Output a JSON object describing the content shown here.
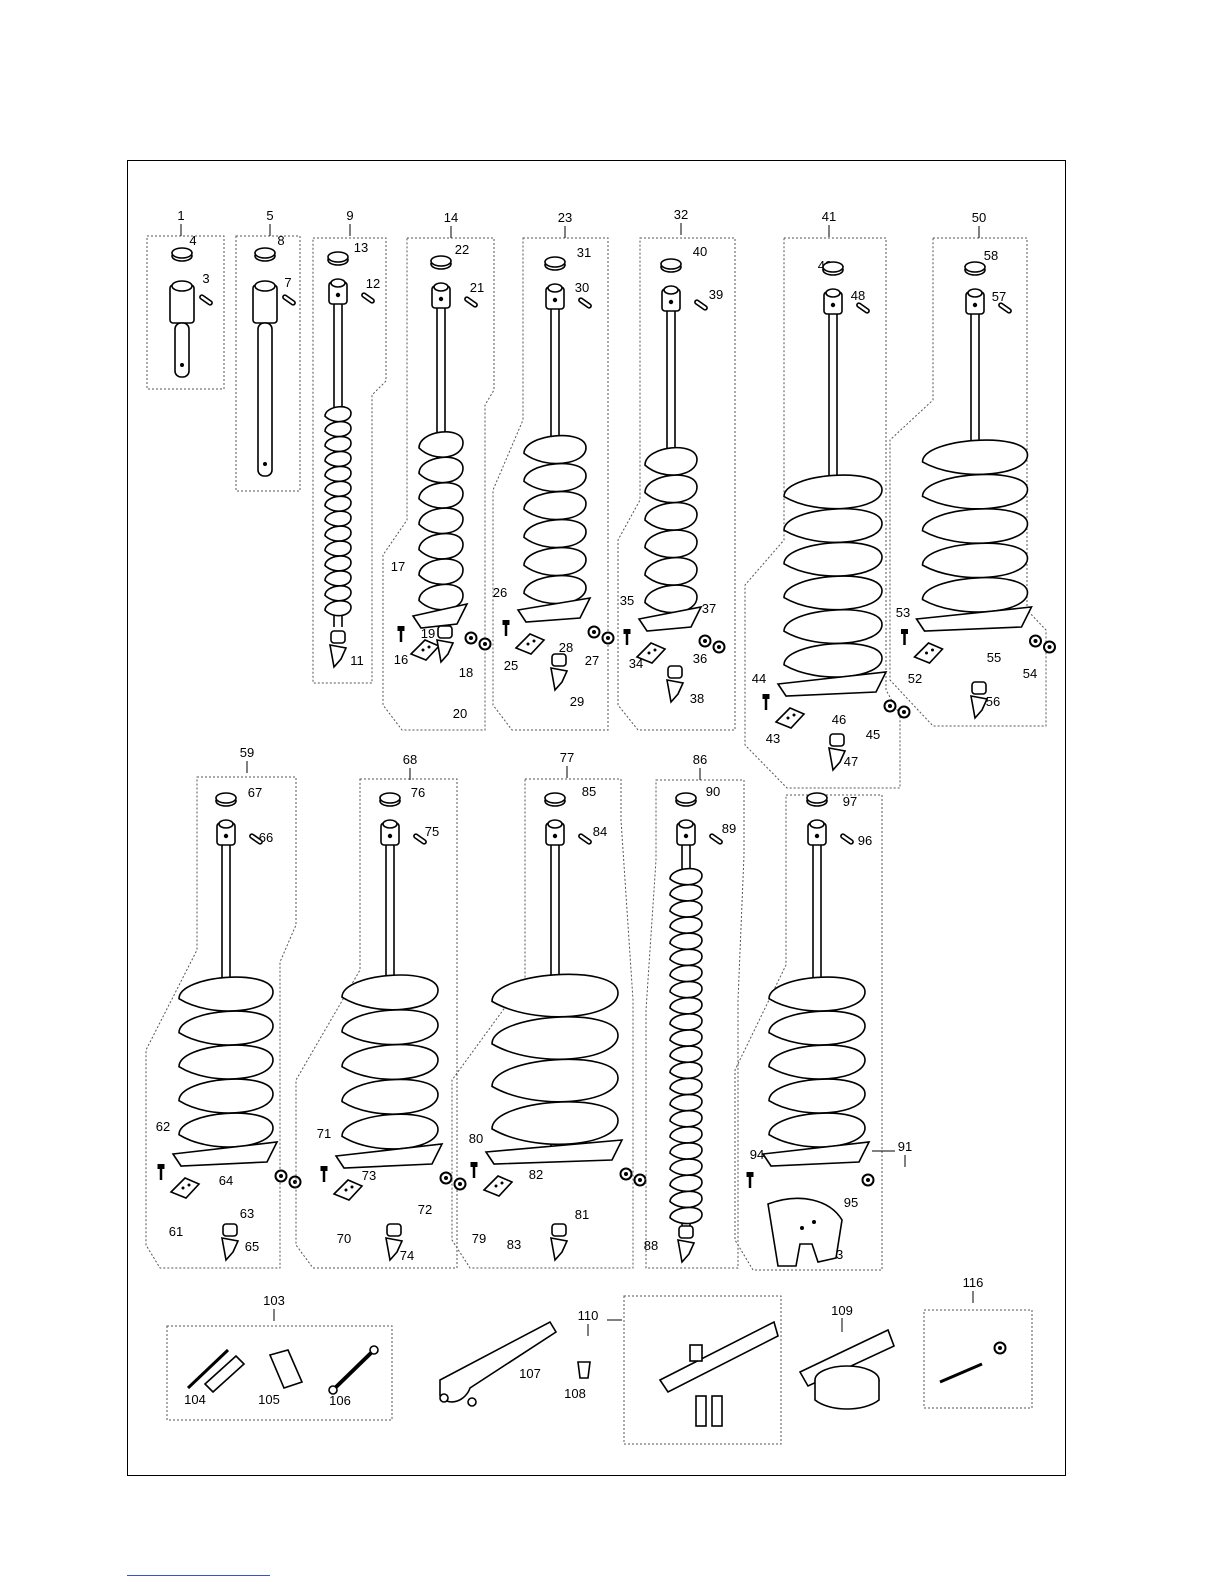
{
  "diagram": {
    "colors": {
      "ink": "#000000",
      "group_border": "#555555",
      "footer_rule": "#3355cc"
    },
    "groups": [
      {
        "id": "1",
        "parts": [
          "4",
          "3"
        ],
        "icon": "drive-shaft-short"
      },
      {
        "id": "5",
        "parts": [
          "8",
          "7"
        ],
        "icon": "drive-shaft-extension"
      },
      {
        "id": "9",
        "parts": [
          "13",
          "12",
          "11"
        ],
        "icon": "auger-narrow"
      },
      {
        "id": "14",
        "parts": [
          "22",
          "21",
          "17",
          "16",
          "19",
          "18",
          "20"
        ],
        "icon": "auger"
      },
      {
        "id": "23",
        "parts": [
          "31",
          "30",
          "26",
          "25",
          "28",
          "27",
          "29"
        ],
        "icon": "auger"
      },
      {
        "id": "32",
        "parts": [
          "40",
          "39",
          "35",
          "34",
          "37",
          "36",
          "38"
        ],
        "icon": "auger"
      },
      {
        "id": "41",
        "parts": [
          "49",
          "48",
          "44",
          "43",
          "46",
          "45",
          "47"
        ],
        "icon": "auger-wide"
      },
      {
        "id": "50",
        "parts": [
          "58",
          "57",
          "53",
          "52",
          "55",
          "54",
          "56"
        ],
        "icon": "auger-wide"
      },
      {
        "id": "59",
        "parts": [
          "67",
          "66",
          "62",
          "61",
          "64",
          "63",
          "65"
        ],
        "icon": "auger-wide"
      },
      {
        "id": "68",
        "parts": [
          "76",
          "75",
          "71",
          "70",
          "73",
          "72",
          "74"
        ],
        "icon": "auger-wide"
      },
      {
        "id": "77",
        "parts": [
          "85",
          "84",
          "80",
          "79",
          "82",
          "81",
          "83"
        ],
        "icon": "auger-wide"
      },
      {
        "id": "86",
        "parts": [
          "90",
          "89",
          "88"
        ],
        "icon": "auger-narrow"
      },
      {
        "id": "91",
        "parts": [
          "97",
          "96",
          "94",
          "95",
          "93"
        ],
        "icon": "auger-ice"
      },
      {
        "id": "103",
        "parts": [
          "104",
          "105",
          "106"
        ],
        "icon": "tool-kit"
      },
      {
        "id": "107",
        "parts": [
          "108"
        ],
        "icon": "spanner-wrench"
      },
      {
        "id": "110",
        "parts": [],
        "icon": "wrench-with-bolts"
      },
      {
        "id": "109",
        "parts": [],
        "icon": "blade-guard"
      },
      {
        "id": "116",
        "parts": [],
        "icon": "pin-and-nut"
      }
    ]
  }
}
